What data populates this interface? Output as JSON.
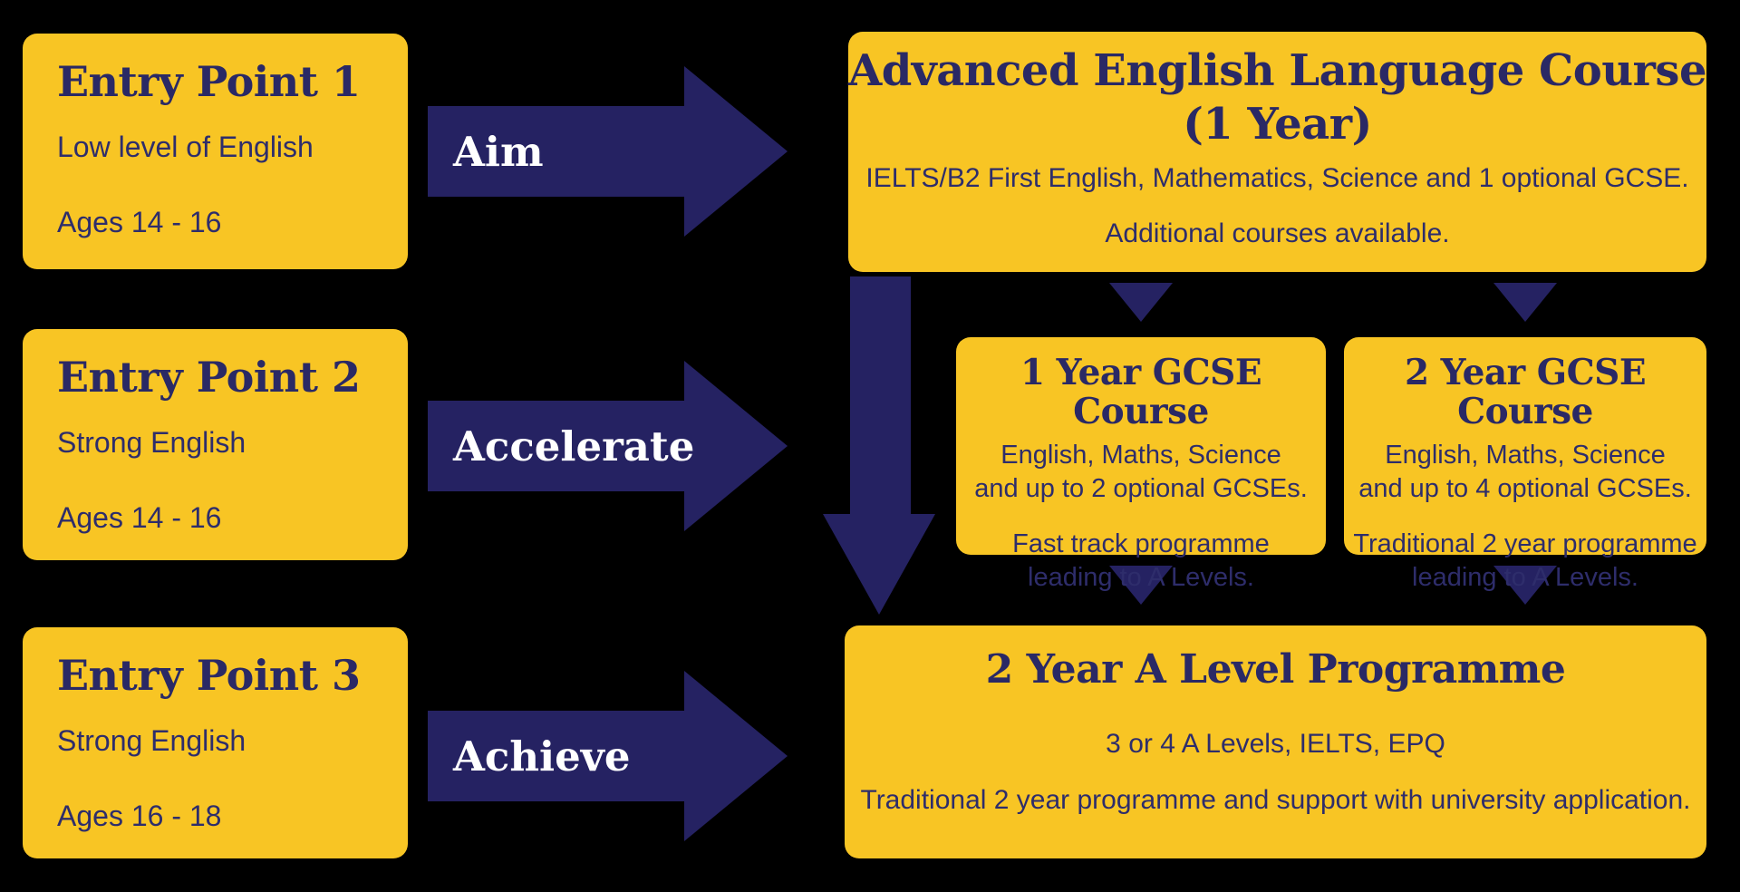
{
  "colors": {
    "background": "#000000",
    "box_yellow": "#F8C524",
    "arrow_navy": "#252262",
    "title_navy": "#2A2965",
    "body_navy": "#2E2D6B",
    "arrow_label_white": "#FFFFFF"
  },
  "entry_points": [
    {
      "title": "Entry Point 1",
      "lines": [
        "Low level of English",
        "Ages 14 - 16"
      ]
    },
    {
      "title": "Entry Point 2",
      "lines": [
        "Strong English",
        "Ages 14 - 16"
      ]
    },
    {
      "title": "Entry Point 3",
      "lines": [
        "Strong English",
        "Ages 16 - 18"
      ]
    }
  ],
  "flow_arrows": [
    {
      "label": "Aim"
    },
    {
      "label": "Accelerate"
    },
    {
      "label": "Achieve"
    }
  ],
  "courses": {
    "advanced_english": {
      "title_line1": "Advanced English Language Course",
      "title_line2": "(1 Year)",
      "body": [
        "IELTS/B2 First English, Mathematics, Science and 1 optional GCSE.",
        "Additional courses available."
      ]
    },
    "gcse_1_year": {
      "title": "1 Year GCSE Course",
      "subjects": [
        "English, Maths, Science",
        "and up to 2 optional GCSEs."
      ],
      "programme": [
        "Fast track programme",
        "leading to A Levels."
      ]
    },
    "gcse_2_year": {
      "title": "2 Year GCSE Course",
      "subjects": [
        "English, Maths, Science",
        "and up to 4 optional GCSEs."
      ],
      "programme": [
        "Traditional 2 year programme",
        "leading to A Levels."
      ]
    },
    "a_level": {
      "title": "2 Year A Level Programme",
      "body": [
        "3 or 4 A Levels, IELTS, EPQ",
        "Traditional 2 year programme and support with university application."
      ]
    }
  }
}
